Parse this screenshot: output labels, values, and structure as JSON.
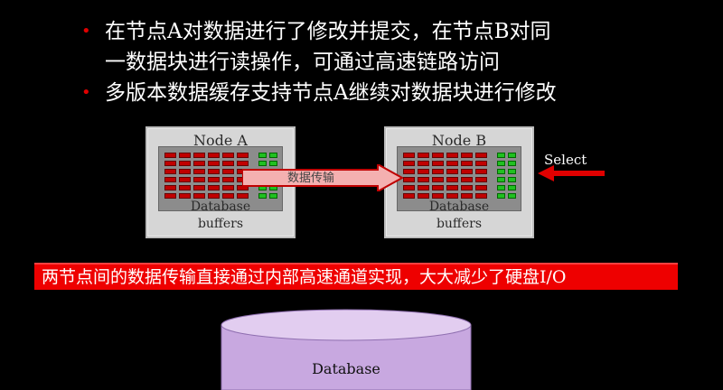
{
  "bullets": [
    {
      "lines": [
        "在节点A对数据进行了修改并提交，在节点B对同",
        "一数据块进行读操作，可通过高速链路访问"
      ]
    },
    {
      "lines": [
        "多版本数据缓存支持节点A继续对数据块进行修改"
      ]
    }
  ],
  "node_a": {
    "title": "Node A",
    "caption_line1": "Database",
    "caption_line2": "buffers"
  },
  "node_b": {
    "title": "Node B",
    "caption_line1": "Database",
    "caption_line2": "buffers"
  },
  "transfer_label": "数据传输",
  "select_label": "Select",
  "banner_text": "两节点间的数据传输直接通过内部高速通道实现，大大减少了硬盘I/O",
  "database_label": "Database",
  "colors": {
    "bullet_dot": "#e00000",
    "banner_bg": "#ee0000",
    "buffer_red": "#c00000",
    "buffer_green": "#20c020",
    "transfer_arrow_fill": "#f4b0b0",
    "transfer_arrow_stroke": "#c00000",
    "select_arrow": "#e00000",
    "database_fill": "#c8a8e0"
  },
  "icons": {
    "bullet": "bullet-dot",
    "transfer": "right-arrow",
    "select": "left-arrow",
    "database": "cylinder"
  }
}
